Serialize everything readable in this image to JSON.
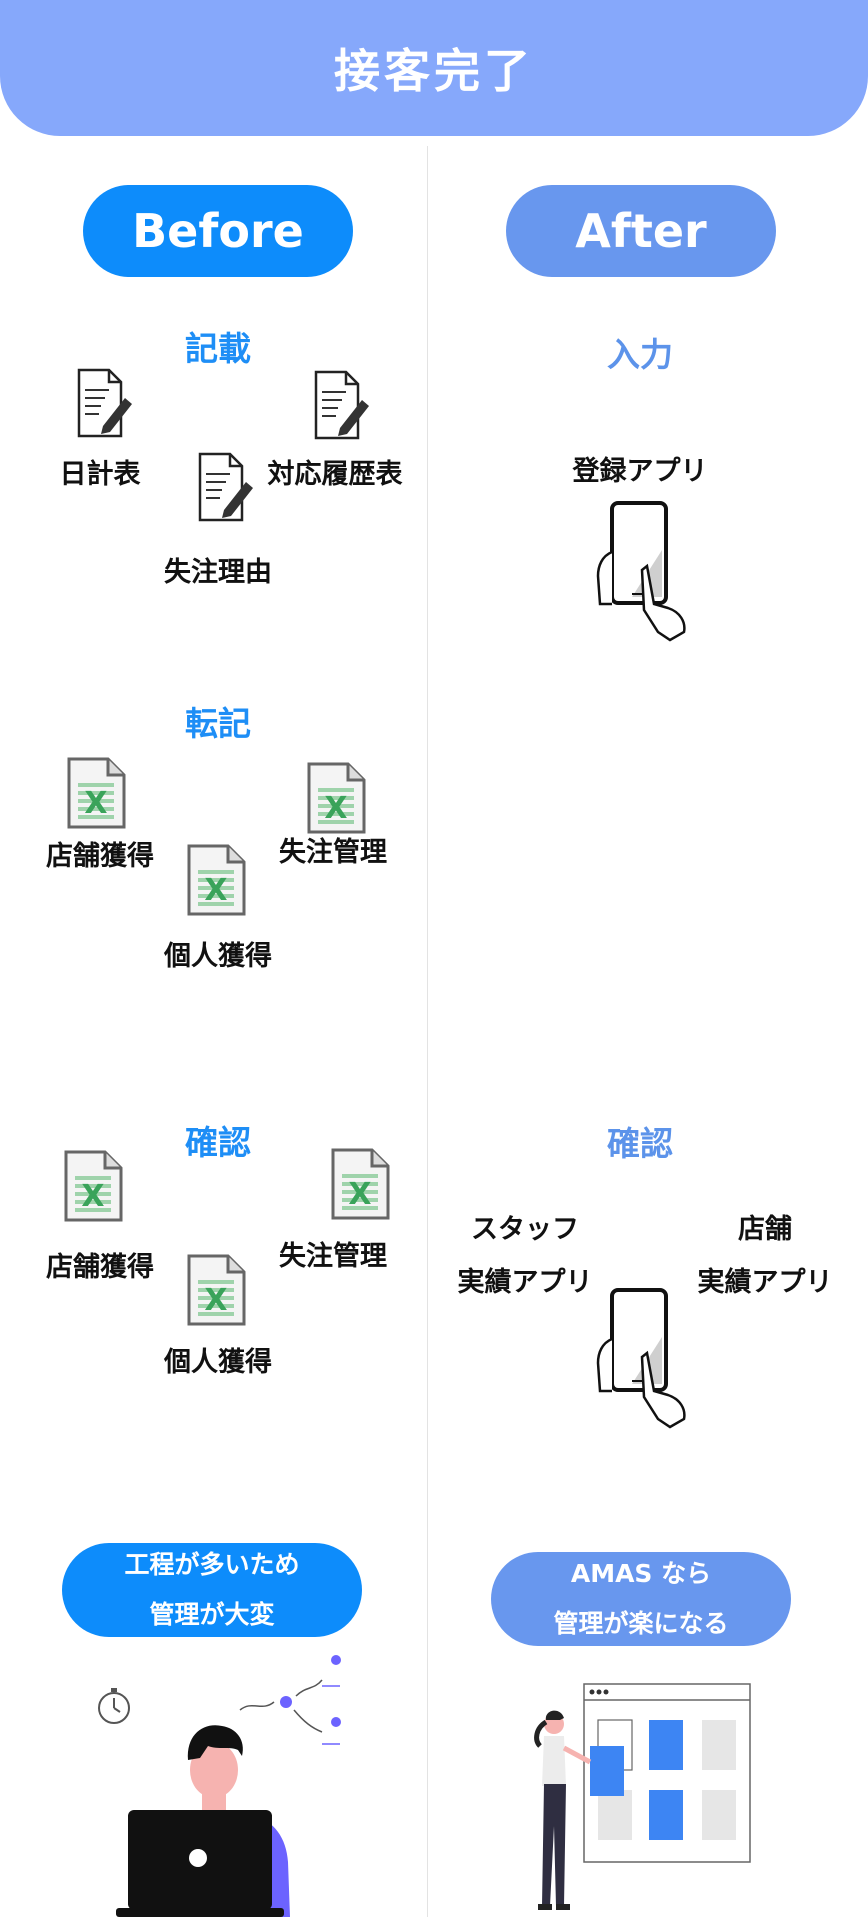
{
  "header": {
    "title": "接客完了"
  },
  "columns": {
    "before": "Before",
    "after": "After"
  },
  "before": {
    "step1": {
      "title": "記載",
      "docs": [
        "日計表",
        "対応履歴表",
        "失注理由"
      ]
    },
    "step2": {
      "title": "転記",
      "files": [
        "店舗獲得",
        "失注管理",
        "個人獲得"
      ]
    },
    "step3": {
      "title": "確認",
      "files": [
        "店舗獲得",
        "失注管理",
        "個人獲得"
      ]
    },
    "summary": {
      "line1": "工程が多いため",
      "line2": "管理が大変"
    }
  },
  "after": {
    "step1": {
      "title": "入力",
      "app": "登録アプリ"
    },
    "step3": {
      "title": "確認",
      "staff_line1": "スタッフ",
      "staff_line2": "実績アプリ",
      "store_line1": "店舗",
      "store_line2": "実績アプリ"
    },
    "summary": {
      "line1": "AMAS なら",
      "line2": "管理が楽になる"
    }
  },
  "colors": {
    "header": "#86a8fb",
    "before_accent": "#0d8cfb",
    "after_accent": "#6897ee",
    "excel_green": "#3aa35a"
  }
}
